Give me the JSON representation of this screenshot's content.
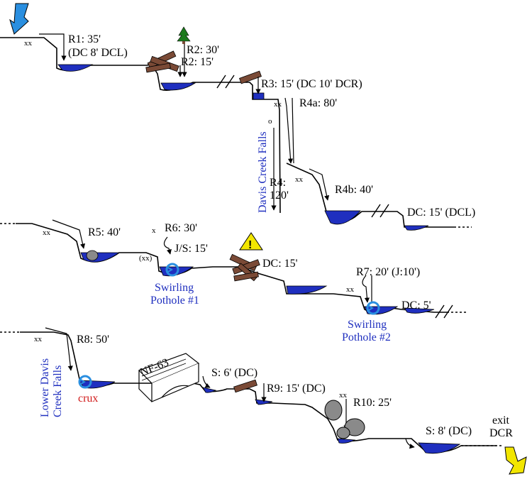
{
  "colors": {
    "water": "#1f2fbf",
    "entry_arrow": "#2a8fe0",
    "exit_arrow": "#f2e600",
    "log": "#7a4a36",
    "tree": "#1d7a1d",
    "warning": "#f2e600",
    "swirl": "#2a8fe0",
    "crux": "#d11a1a",
    "rock": "#8a8a8a"
  },
  "row1": {
    "r1": "R1: 35'",
    "r1_note": "(DC 8' DCL)",
    "r2a": "R2: 30'",
    "r2b": "R2: 15'",
    "r3": "R3: 15' (DC 10' DCR)",
    "r4a": "R4a: 80'",
    "r4_title": "R4:",
    "r4_len": "120'",
    "r4b": "R4b: 40'",
    "dc_end": "DC: 15' (DCL)",
    "falls_name": "Davis Creek Falls",
    "xx_1": "xx",
    "xx_2": "xx",
    "xx_3": "xx",
    "o_mark": "o"
  },
  "row2": {
    "r5": "R5: 40'",
    "r6": "R6: 30'",
    "js": "J/S: 15'",
    "x_mark": "x",
    "xx_paren": "(xx)",
    "xx_1": "xx",
    "xx_2": "xx",
    "dc_mid": "DC: 15'",
    "r7": "R7: 20' (J:10')",
    "dc_end": "DC: 5'",
    "pothole1_line1": "Swirling",
    "pothole1_line2": "Pothole #1",
    "pothole2_line1": "Swirling",
    "pothole2_line2": "Pothole #2"
  },
  "row3": {
    "r8": "R8: 50'",
    "xx_1": "xx",
    "xx_2": "xx",
    "falls_line1": "Lower Davis",
    "falls_line2": "Creek Falls",
    "crux": "crux",
    "bridge": "NF-63",
    "s1": "S: 6' (DC)",
    "r9": "R9: 15' (DC)",
    "r10": "R10: 25'",
    "s2": "S: 8' (DC)",
    "exit_line1": "exit",
    "exit_line2": "DCR"
  },
  "icons": [
    "entry-arrow",
    "tree",
    "log",
    "warning",
    "swirl",
    "rock",
    "bridge",
    "exit-arrow"
  ]
}
